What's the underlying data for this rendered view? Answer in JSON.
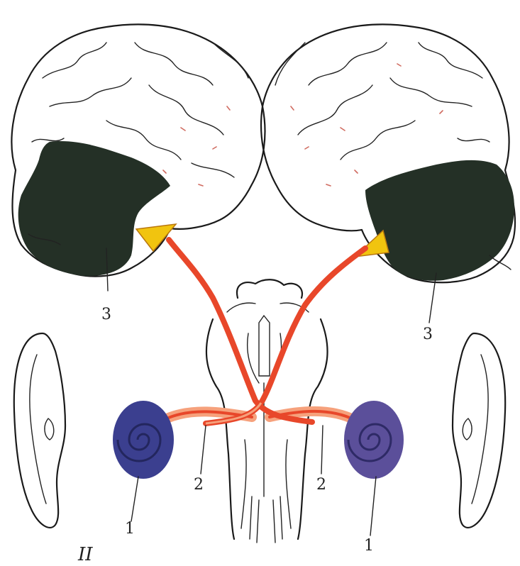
{
  "labels": {
    "cochlea_left": "1",
    "cochlea_right": "1",
    "nerve_left": "2",
    "nerve_right": "2",
    "cortex_left": "3",
    "cortex_right": "3",
    "figure_mark": "II"
  },
  "colors": {
    "pathway": "#e8472a",
    "pathway_light": "#f6a17c",
    "auditory_cortex": "#243026",
    "arrowhead": "#f1c40f",
    "cochlea": "#3b3f8f",
    "brain_outline": "#1a1a1a"
  }
}
